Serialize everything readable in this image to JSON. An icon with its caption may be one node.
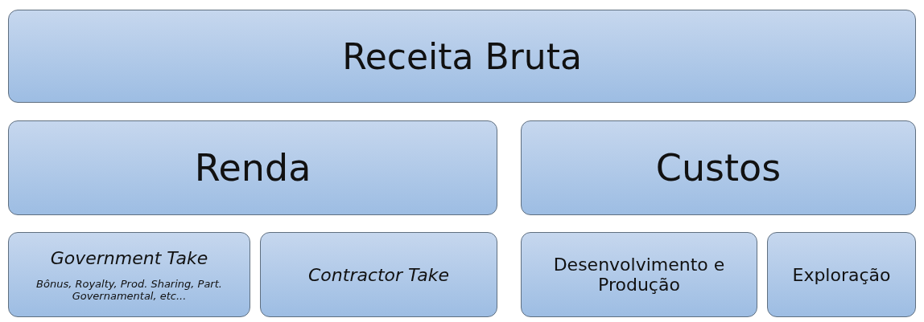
{
  "diagram": {
    "nodes": [
      {
        "text": [
          "Receita Bruta"
        ]
      },
      {
        "text": [
          "Renda"
        ]
      },
      {
        "text": [
          "Custos"
        ]
      },
      {
        "text": [
          "Government Take",
          "Bônus, Royalty, Prod. Sharing, Part. Governamental, etc..."
        ]
      },
      {
        "text": [
          "Contractor Take"
        ]
      },
      {
        "text": [
          "Desenvolvimento e Produção"
        ]
      },
      {
        "text": [
          "Exploração"
        ]
      }
    ]
  }
}
